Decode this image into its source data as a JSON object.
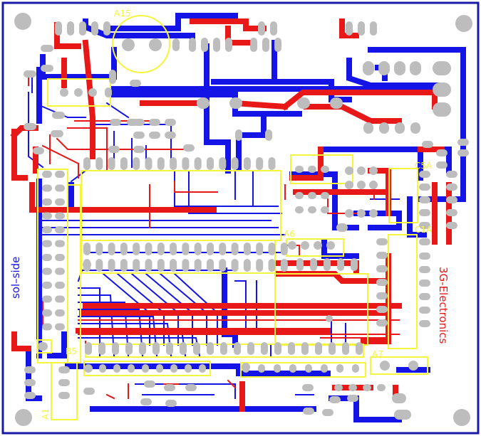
{
  "labels": {
    "side": "sol–side",
    "maker": "3G-Electronics",
    "ref_a15": "A15",
    "ref_a6": "A6",
    "ref_b5": "B5",
    "ref_a7": "A7",
    "ref_a1": "A1",
    "ref_c5a": "C5A",
    "ref_c1a": "C1A"
  },
  "colors": {
    "background": "#ffffff",
    "border": "#1a1aa8",
    "trace_bottom": "#1414e6",
    "trace_top": "#e81818",
    "pad": "#bdbdbd",
    "silkscreen": "#f5f53c",
    "text_red": "#e81818",
    "text_blue": "#1414e6"
  }
}
